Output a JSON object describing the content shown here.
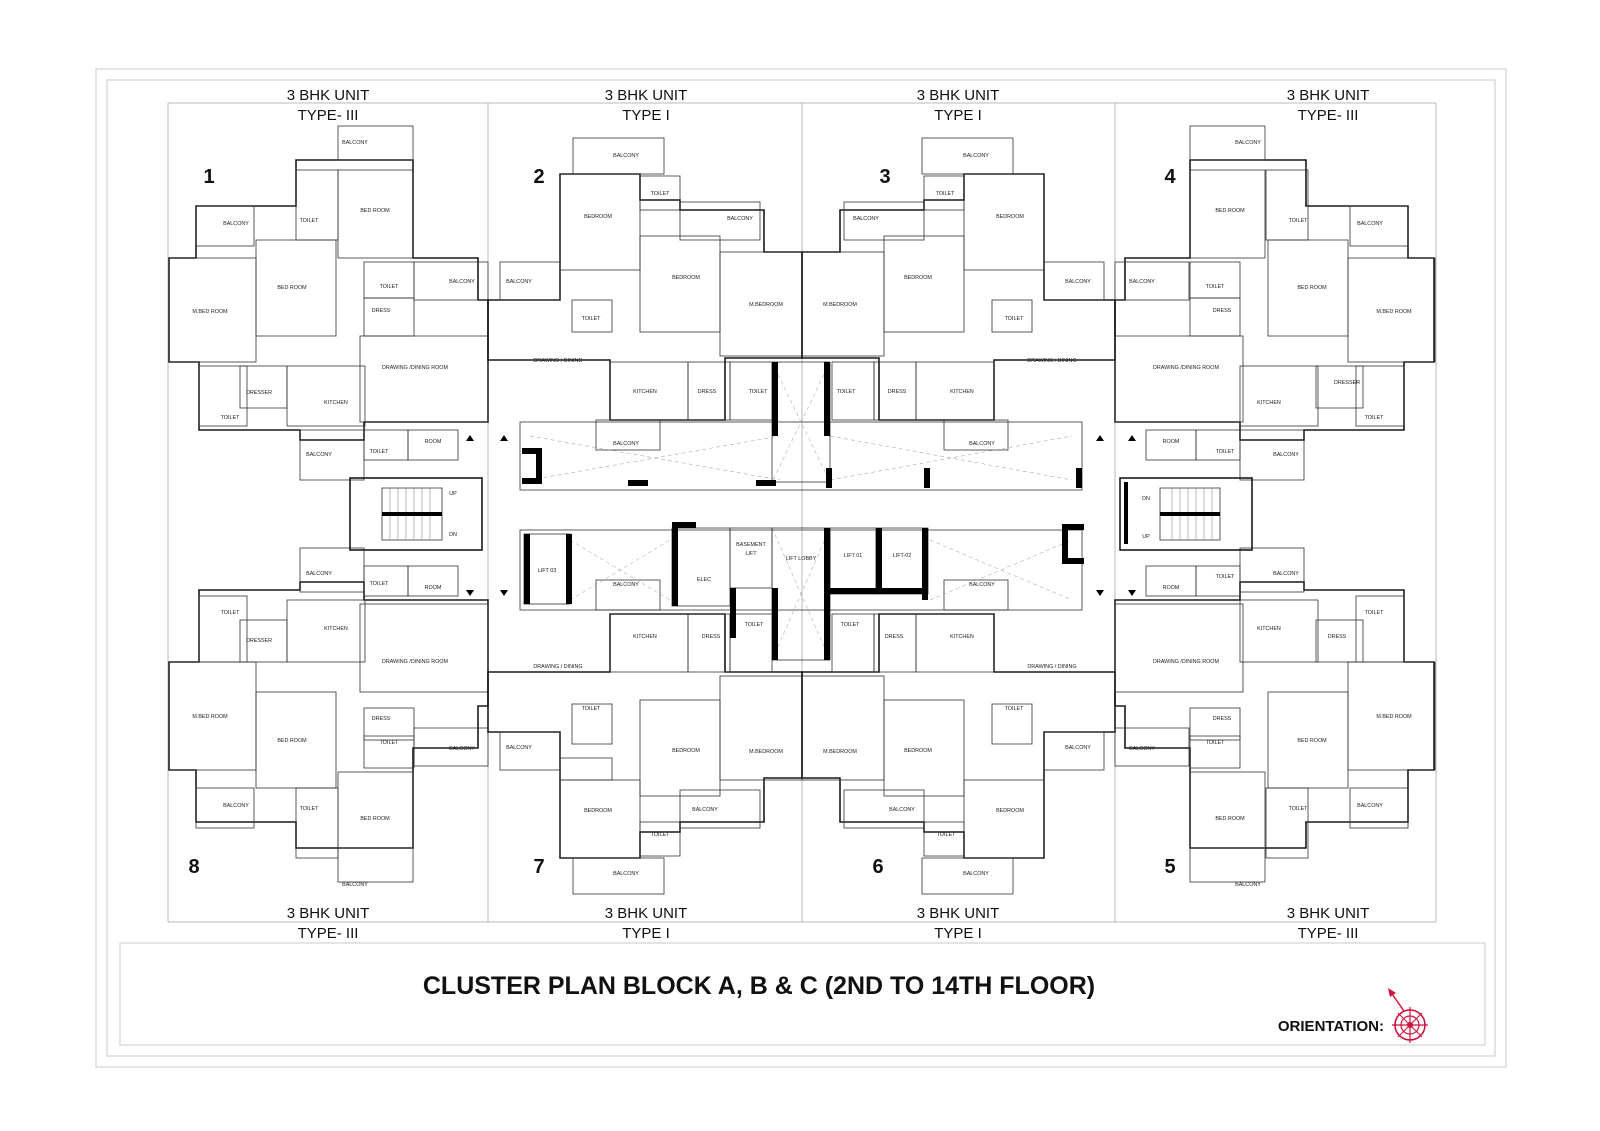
{
  "title": "CLUSTER PLAN BLOCK A, B & C (2ND TO 14TH FLOOR)",
  "orientation_label": "ORIENTATION:",
  "icons": {
    "compass": "compass-rose-icon",
    "stair_up": "arrow-up-icon",
    "stair_down": "arrow-down-icon"
  },
  "colors": {
    "compass": "#d0103a",
    "lines": "#1a1a1a",
    "frame": "#c8c8c8"
  },
  "top_units": [
    {
      "line1": "3 BHK UNIT",
      "line2": "TYPE- III",
      "number": "1"
    },
    {
      "line1": "3 BHK UNIT",
      "line2": "TYPE I",
      "number": "2"
    },
    {
      "line1": "3 BHK UNIT",
      "line2": "TYPE I",
      "number": "3"
    },
    {
      "line1": "3 BHK UNIT",
      "line2": "TYPE- III",
      "number": "4"
    }
  ],
  "bottom_units": [
    {
      "line1": "3 BHK UNIT",
      "line2": "TYPE- III",
      "number": "8"
    },
    {
      "line1": "3 BHK UNIT",
      "line2": "TYPE I",
      "number": "7"
    },
    {
      "line1": "3 BHK UNIT",
      "line2": "TYPE I",
      "number": "6"
    },
    {
      "line1": "3 BHK UNIT",
      "line2": "TYPE- III",
      "number": "5"
    }
  ],
  "rooms": {
    "balcony": "BALCONY",
    "bed_room": "BED ROOM",
    "bedroom": "BEDROOM",
    "m_bed_room": "M.BED ROOM",
    "m_bedroom": "M.BEDROOM",
    "toilet": "TOILET",
    "dress": "DRESS",
    "dresser": "DRESSER",
    "kitchen": "KITCHEN",
    "drawing_dining_room": "DRAWING /DINING ROOM",
    "drawing_dining": "DRAWING / DINING",
    "room": "ROOM"
  },
  "core": {
    "lift_01": "LIFT 01",
    "lift_02": "LIFT-02",
    "lift_03": "LIFT 03",
    "lift_lobby": "LIFT LOBBY",
    "basement_lift_1": "BASEMENT",
    "basement_lift_2": "LIFT",
    "elec": "ELEC",
    "up": "UP",
    "dn": "DN"
  }
}
